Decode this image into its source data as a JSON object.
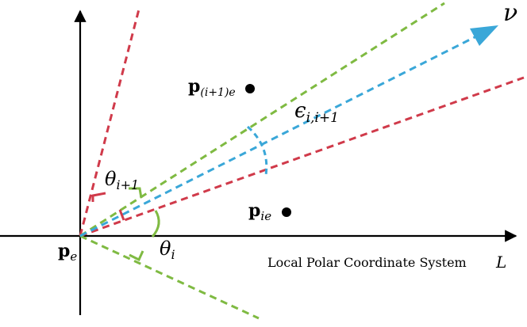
{
  "colors": {
    "axis": "#000000",
    "red": "#d03a4a",
    "green": "#7fba42",
    "blue": "#3aa7d8",
    "point": "#000000"
  },
  "labels": {
    "pe_main": "p",
    "pe_sub": "e",
    "pie_main": "p",
    "pie_sub": "ie",
    "pi1e_main": "p",
    "pi1e_sub": "(i+1)e",
    "nu": "ν",
    "eps_main": "ϵ",
    "eps_sub": "i,i+1",
    "theta_i1_main": "θ",
    "theta_i1_sub": "i+1",
    "theta_i_main": "θ",
    "theta_i_sub": "i",
    "system_label": "Local Polar Coordinate System",
    "system_symbol": "L"
  }
}
